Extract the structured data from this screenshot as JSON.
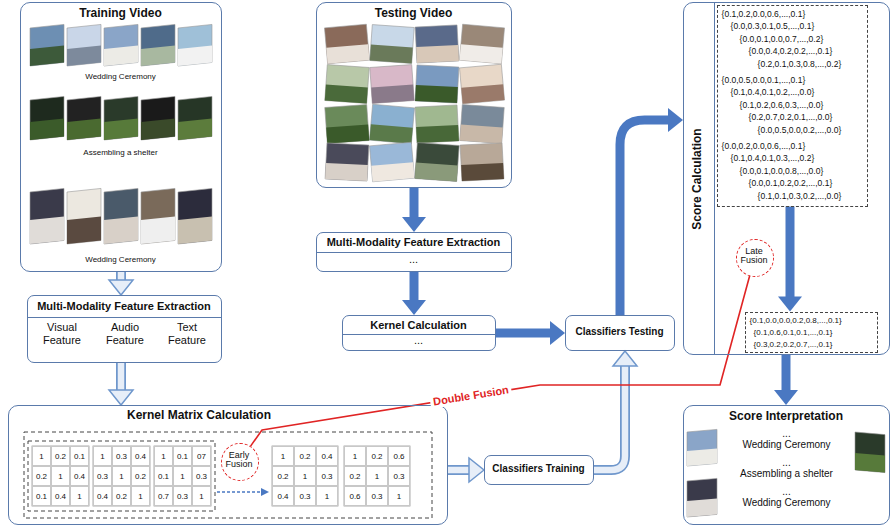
{
  "diagram": {
    "nodes": [
      {
        "text": [
          "Training Video",
          "Wedding Ceremony",
          "Assembling a shelter",
          "Wedding Ceremony"
        ]
      },
      {
        "text": [
          "Multi-Modality Feature Extraction",
          "Visual Feature",
          "Audio Feature",
          "Text Feature"
        ]
      },
      {
        "text": [
          "Testing Video"
        ]
      },
      {
        "text": [
          "Multi-Modality Feature Extraction",
          "..."
        ]
      },
      {
        "text": [
          "Kernel Calculation",
          "..."
        ]
      },
      {
        "text": [
          "Kernel Matrix Calculation"
        ]
      },
      {
        "text": [
          "Early Fusion"
        ],
        "in": 5
      },
      {
        "text": [
          "Classifiers Training"
        ]
      },
      {
        "text": [
          "Classifiers Testing"
        ]
      },
      {
        "text": [
          "Score Calculation"
        ]
      },
      {
        "text": [
          "{0.1,0.2,0.0,0.6,...,0.1}",
          "{0.0,0.3,0.1,0.5,...,0.1}",
          "{0.0,0.1,0.0,0.7,...,0.2}",
          "{0.0,0.4,0.2,0.2,...,0.1}",
          "{0.2,0.1,0.3,0.8,...,0.2}",
          "{0.0,0.5,0.0,0.1,...,0.1}",
          "{0.1,0.4,0.1,0.2,...,0.0}",
          "{0.1,0.2,0.6,0.3,...,0.0}",
          "{0.2,0.7,0.2,0.1,...,0.0}",
          "{0.0,0.5,0.0,0.2,...,0.0}",
          "{0.0,0.2,0.0,0.6,...,0.1}",
          "{0.1,0.4,0.1,0.3,...,0.2}",
          "{0.0,0.1,0.0,0.8,...,0.0}",
          "{0.0,0.1,0.2,0.2,...,0.1}",
          "{0.1,0.1,0.3,0.2,...,0.0}"
        ],
        "in": 9
      },
      {
        "text": [
          "Late Fusion"
        ],
        "in": 9
      },
      {
        "text": [
          "{0.1,0.0,0.0,0.2,0.8,...,0.1}",
          "{0.1,0.6,0.1,0.1,...,0.1}",
          "{0.3,0.2,0.2,0.7,...,0.1}"
        ],
        "in": 9
      },
      {
        "text": [
          "Score Interpretation",
          "...",
          "Wedding Ceremony",
          "...",
          "Assembling a shelter",
          "...",
          "Wedding Ceremony"
        ]
      }
    ],
    "edges": [
      {
        "from": 0,
        "to": 1,
        "arrow": "to"
      },
      {
        "from": 1,
        "to": 5,
        "arrow": "to"
      },
      {
        "from": 2,
        "to": 3,
        "arrow": "to"
      },
      {
        "from": 3,
        "to": 4,
        "arrow": "to"
      },
      {
        "from": 4,
        "to": 8,
        "arrow": "to"
      },
      {
        "from": 5,
        "to": 7,
        "arrow": "to"
      },
      {
        "from": 7,
        "to": 8,
        "arrow": "to"
      },
      {
        "from": 8,
        "to": 9,
        "arrow": "to"
      },
      {
        "from": 10,
        "to": 12,
        "arrow": "to"
      },
      {
        "from": 9,
        "to": 13,
        "arrow": "to"
      },
      {
        "from": 6,
        "to": 11,
        "label": "Double Fusion",
        "arrow": "none"
      }
    ],
    "labels": [
      "1",
      "0.2",
      "0.1",
      "1",
      "0.3",
      "0.4",
      "1",
      "0.1",
      "07",
      "0.2",
      "1",
      "0.4",
      "0.3",
      "1",
      "0.2",
      "0.1",
      "1",
      "0.3",
      "0.1",
      "0.4",
      "1",
      "0.4",
      "0.2",
      "1",
      "0.7",
      "0.3",
      "1",
      "1",
      "0.2",
      "0.4",
      "1",
      "0.2",
      "0.6",
      "0.2",
      "1",
      "0.3",
      "0.2",
      "1",
      "0.3",
      "0.4",
      "0.3",
      "1",
      "0.6",
      "0.3",
      "1"
    ]
  }
}
